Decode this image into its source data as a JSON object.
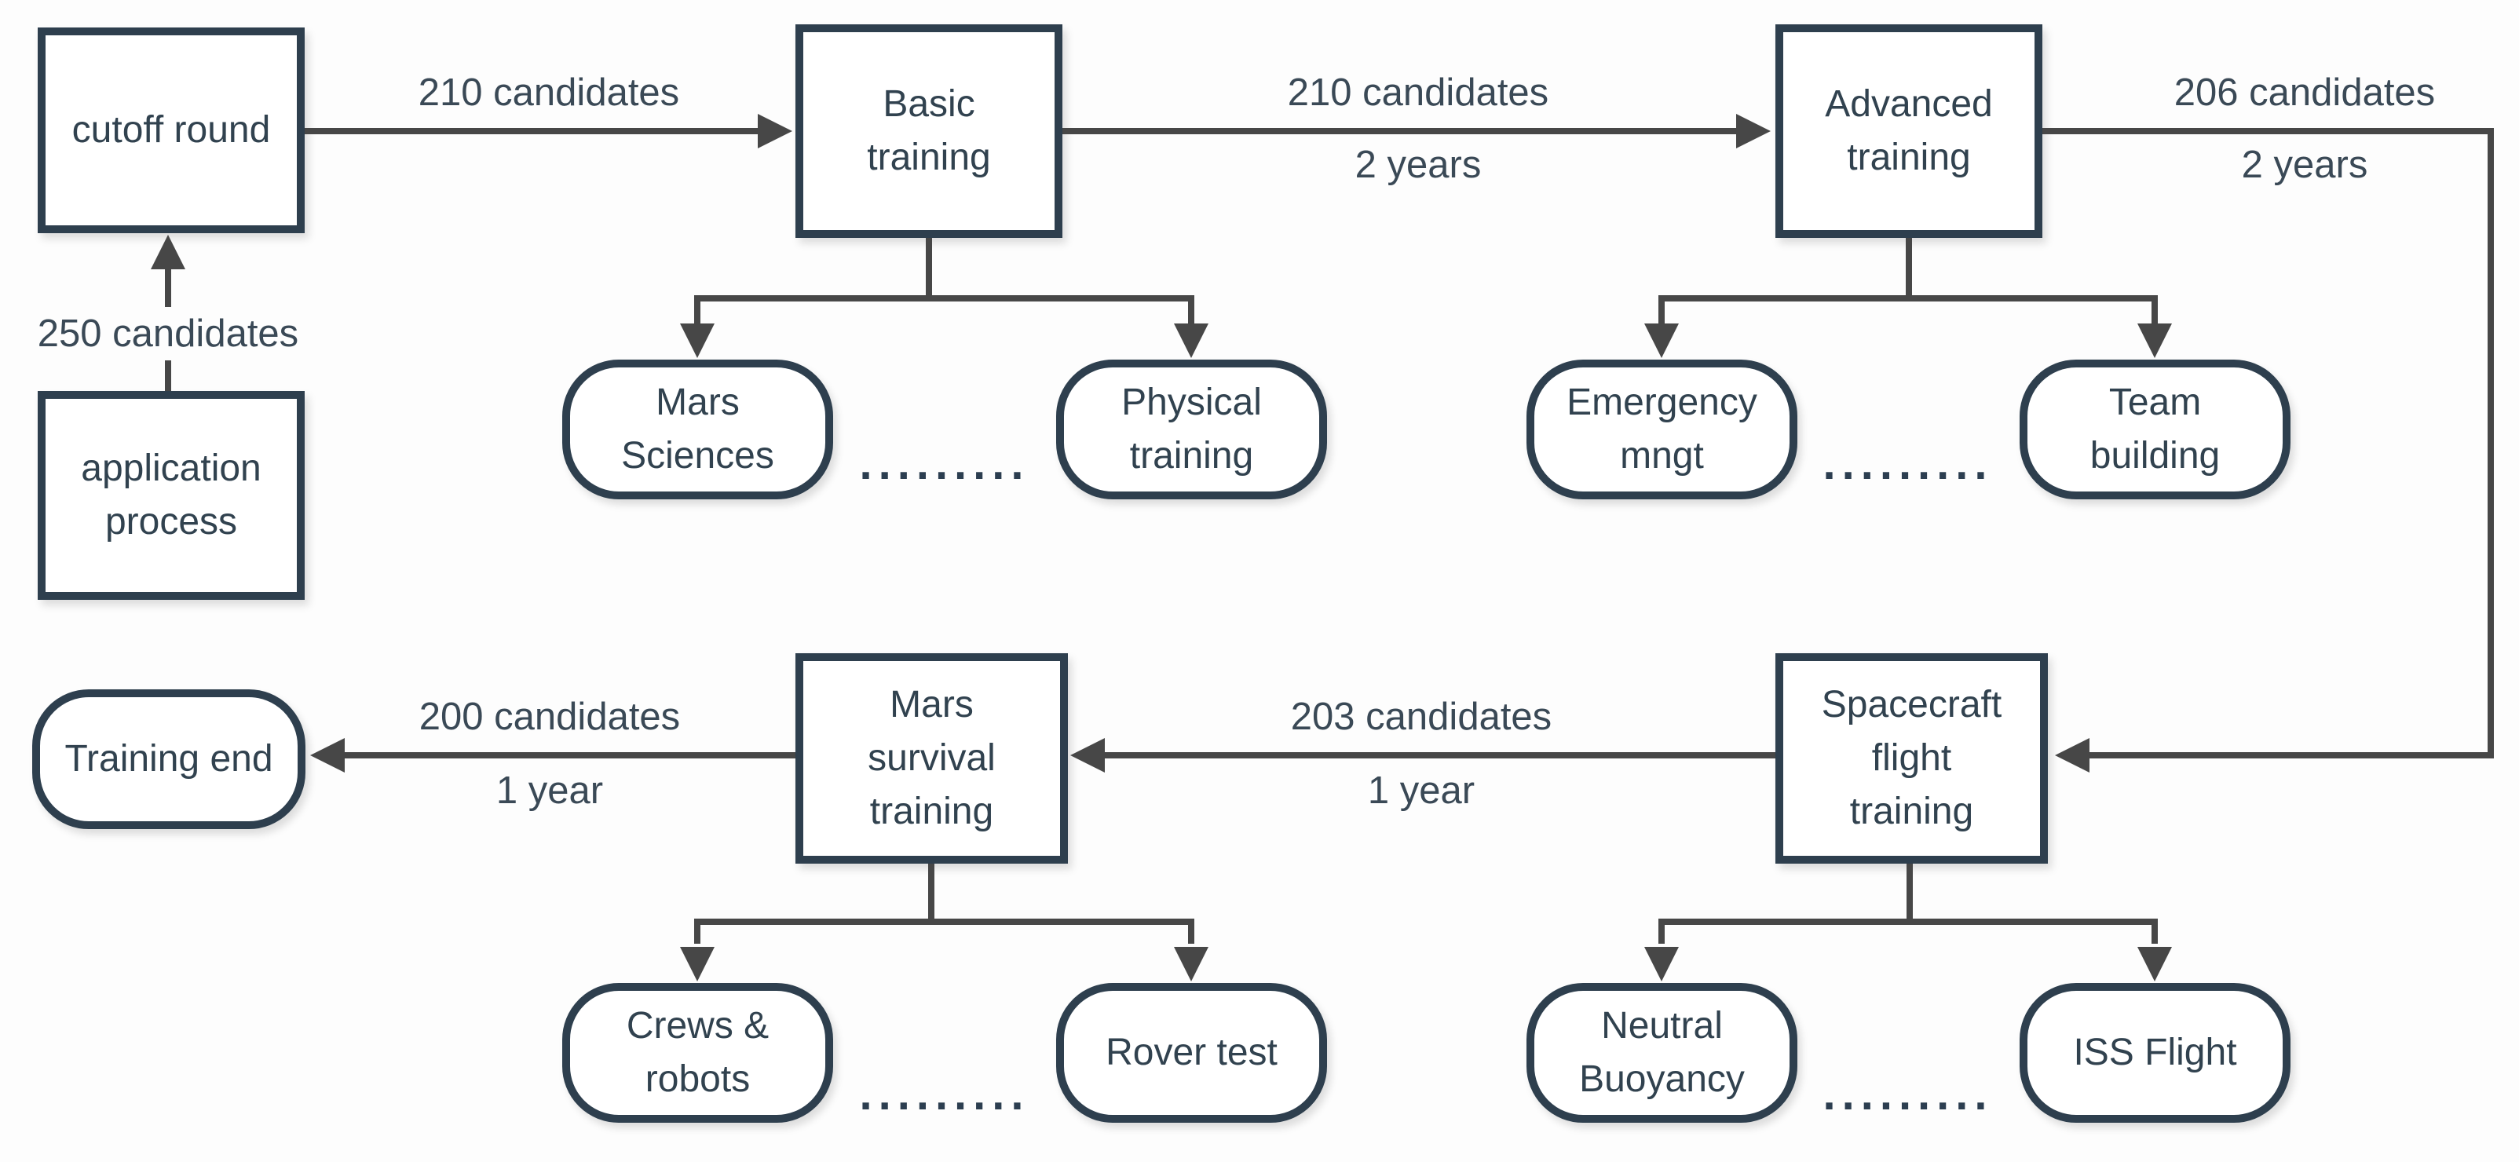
{
  "diagram": {
    "title_semantic": "Mars candidate training process flowchart",
    "colors": {
      "node_border": "#2e3f4e",
      "node_text": "#31424f",
      "arrow": "#474747",
      "label_text": "#3a4956",
      "background": "#fdfdfd",
      "node_fill": "#ffffff"
    },
    "nodes": {
      "application_process": "application\nprocess",
      "cutoff_round": "cutoff round",
      "basic_training": "Basic\ntraining",
      "advanced_training": "Advanced\ntraining",
      "spacecraft_flight_training": "Spacecraft\nflight\ntraining",
      "mars_survival_training": "Mars\nsurvival\ntraining",
      "training_end": "Training end",
      "mars_sciences": "Mars\nSciences",
      "physical_training": "Physical\ntraining",
      "emergency_mngt": "Emergency\nmngt",
      "team_building": "Team\nbuilding",
      "crews_robots": "Crews &\nrobots",
      "rover_test": "Rover test",
      "neutral_buoyancy": "Neutral\nBuoyancy",
      "iss_flight": "ISS Flight"
    },
    "edges": {
      "application_to_cutoff": {
        "count": "250 candidates"
      },
      "cutoff_to_basic": {
        "count": "210 candidates"
      },
      "basic_to_advanced": {
        "count": "210 candidates",
        "duration": "2 years"
      },
      "advanced_to_spacecraft": {
        "count": "206 candidates",
        "duration": "2 years"
      },
      "spacecraft_to_mars_survival": {
        "count": "203 candidates",
        "duration": "1 year"
      },
      "mars_survival_to_end": {
        "count": "200 candidates",
        "duration": "1 year"
      }
    },
    "separator_dots": "........."
  }
}
